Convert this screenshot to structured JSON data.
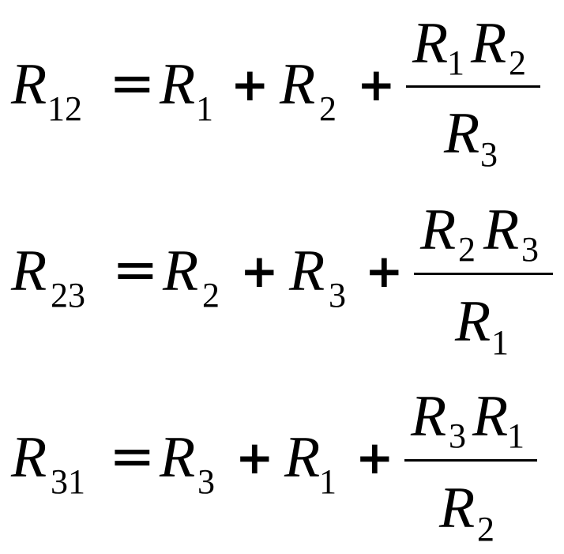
{
  "equations": [
    {
      "lhs": {
        "var": "R",
        "sub": "12"
      },
      "equals": "=",
      "terms": [
        {
          "var": "R",
          "sub": "1"
        },
        {
          "var": "R",
          "sub": "2"
        }
      ],
      "plus": "+",
      "fraction": {
        "numerator": [
          {
            "var": "R",
            "sub": "1"
          },
          {
            "var": "R",
            "sub": "2"
          }
        ],
        "denominator": {
          "var": "R",
          "sub": "3"
        }
      }
    },
    {
      "lhs": {
        "var": "R",
        "sub": "23"
      },
      "equals": "=",
      "terms": [
        {
          "var": "R",
          "sub": "2"
        },
        {
          "var": "R",
          "sub": "3"
        }
      ],
      "plus": "+",
      "fraction": {
        "numerator": [
          {
            "var": "R",
            "sub": "2"
          },
          {
            "var": "R",
            "sub": "3"
          }
        ],
        "denominator": {
          "var": "R",
          "sub": "1"
        }
      }
    },
    {
      "lhs": {
        "var": "R",
        "sub": "31"
      },
      "equals": "=",
      "terms": [
        {
          "var": "R",
          "sub": "3"
        },
        {
          "var": "R",
          "sub": "1"
        }
      ],
      "plus": "+",
      "fraction": {
        "numerator": [
          {
            "var": "R",
            "sub": "3"
          },
          {
            "var": "R",
            "sub": "1"
          }
        ],
        "denominator": {
          "var": "R",
          "sub": "2"
        }
      }
    }
  ]
}
